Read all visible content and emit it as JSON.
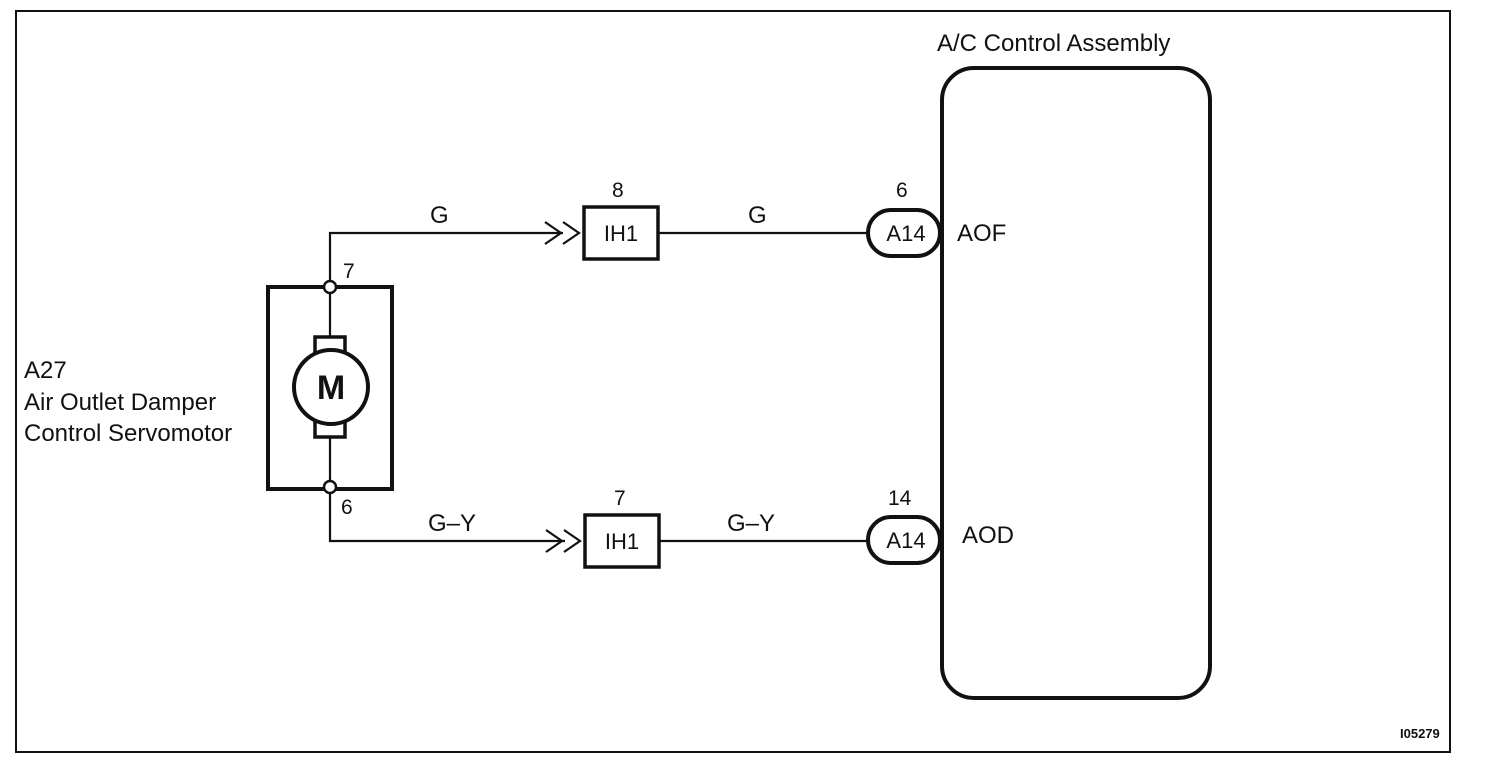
{
  "component": {
    "id": "A27",
    "name_line1": "Air Outlet Damper",
    "name_line2": "Control Servomotor",
    "motor_symbol": "M",
    "pin_top": "7",
    "pin_bottom": "6"
  },
  "control_assembly": {
    "title": "A/C Control Assembly",
    "terminal_top": "AOF",
    "terminal_bottom": "AOD"
  },
  "wires": {
    "top": {
      "color_left": "G",
      "color_right": "G",
      "junction_connector": "IH1",
      "junction_pin": "8",
      "ecu_connector": "A14",
      "ecu_pin": "6"
    },
    "bottom": {
      "color_left": "G–Y",
      "color_right": "G–Y",
      "junction_connector": "IH1",
      "junction_pin": "7",
      "ecu_connector": "A14",
      "ecu_pin": "14"
    }
  },
  "figure_code": "I05279"
}
